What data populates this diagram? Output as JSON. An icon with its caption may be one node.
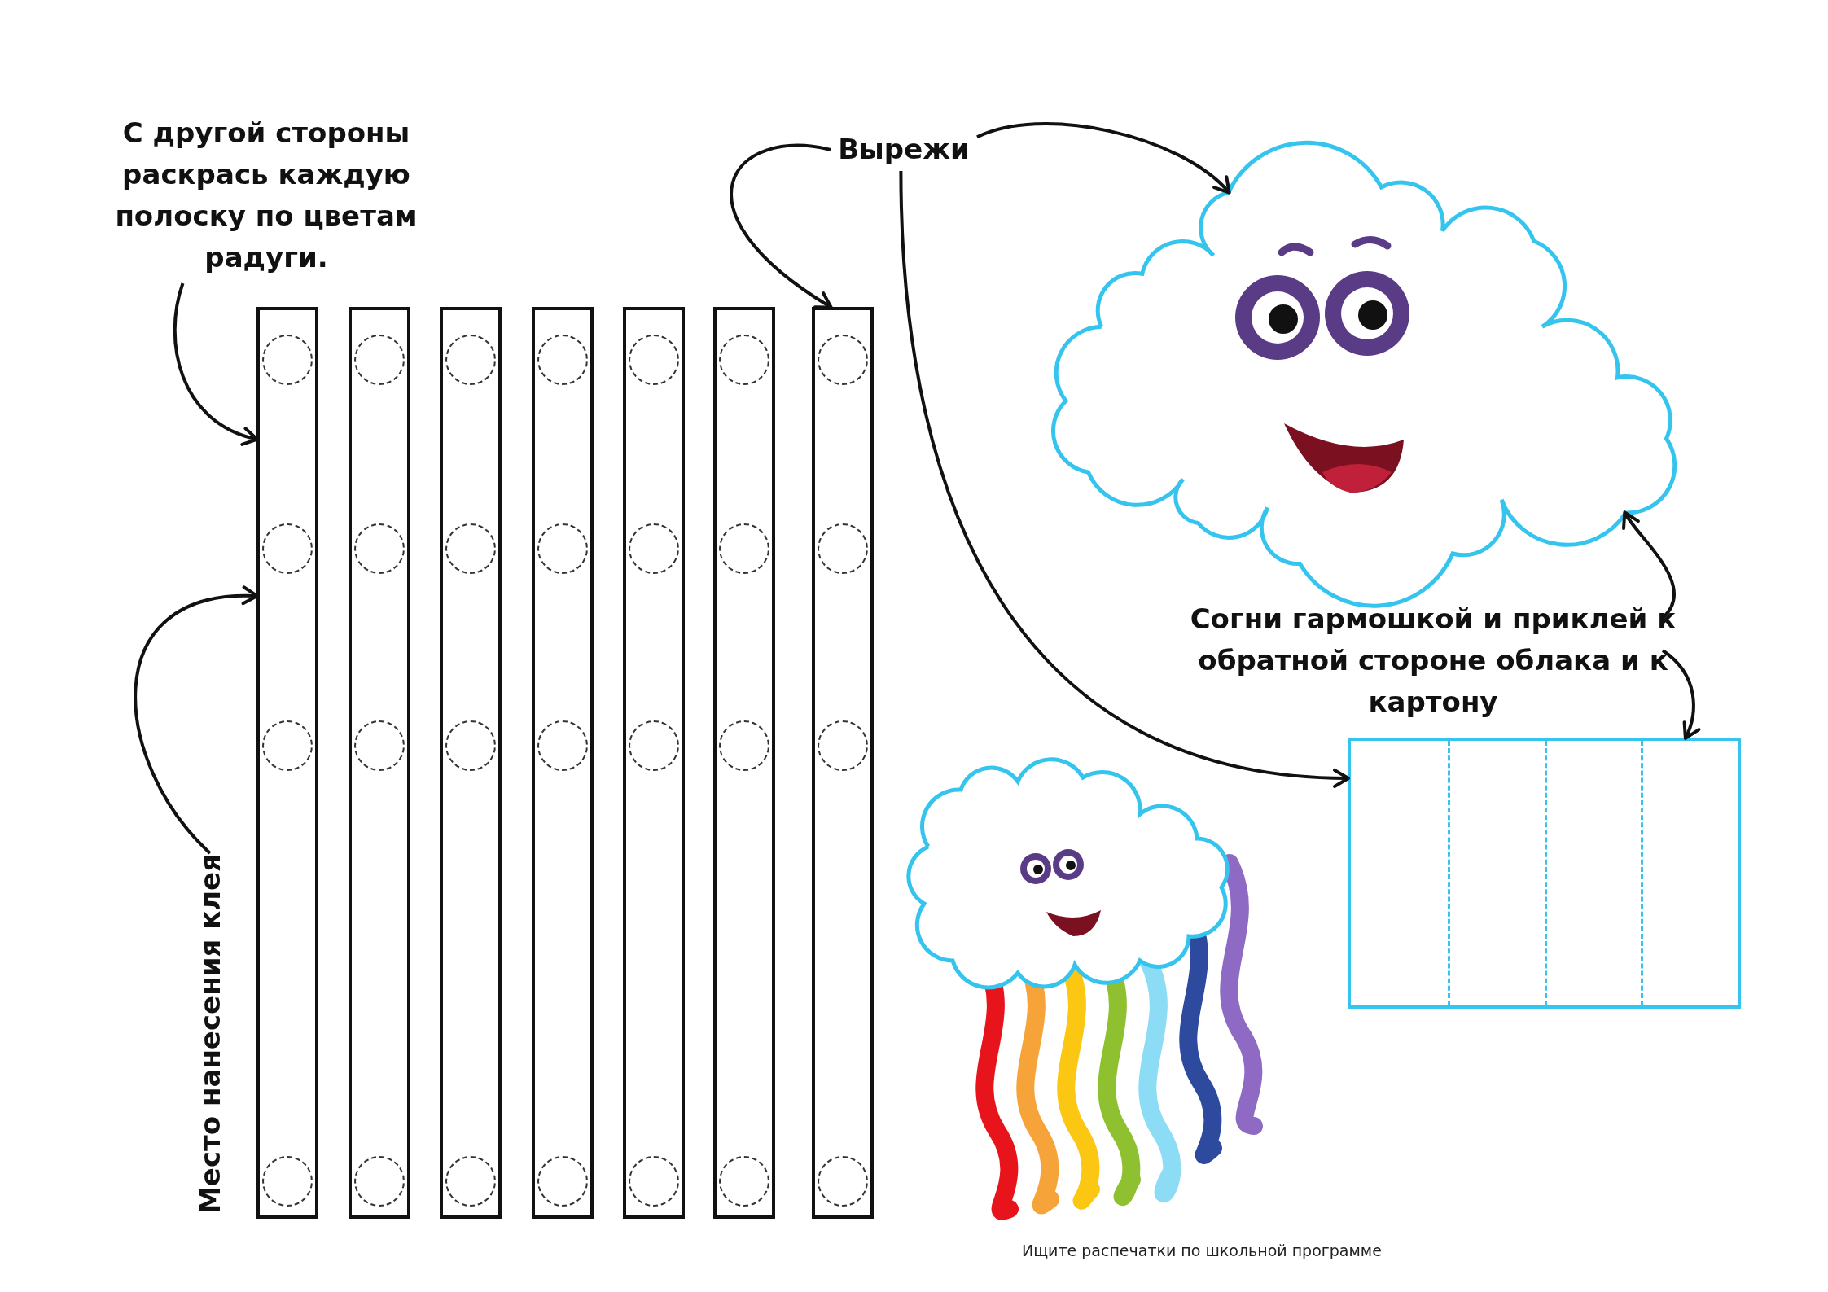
{
  "diagram": {
    "nodes": [
      {
        "text": [
          "С другой стороны раскрась каждую полоску по цветам радуги."
        ]
      },
      {
        "text": [
          "Вырежи"
        ]
      },
      {
        "text": [
          "Согни гармошкой и приклей к обратной стороне облака и к картону"
        ]
      },
      {
        "text": [
          "Место нанесения клея"
        ]
      },
      {
        "text": [],
        "shape": "bar"
      },
      {
        "text": [],
        "shape": "bar"
      },
      {
        "text": [],
        "shape": "bar"
      },
      {
        "text": [],
        "shape": "bar"
      },
      {
        "text": [],
        "shape": "bar"
      },
      {
        "text": [],
        "shape": "bar"
      },
      {
        "text": [],
        "shape": "bar"
      },
      {
        "text": [],
        "shape": "cloud"
      },
      {
        "text": [],
        "shape": "box"
      }
    ],
    "edges": [
      {
        "from": 0,
        "to": 4,
        "arrow": "to"
      },
      {
        "from": 1,
        "to": 10,
        "arrow": "to"
      },
      {
        "from": 1,
        "to": 11,
        "arrow": "to"
      },
      {
        "from": 1,
        "to": 12,
        "arrow": "to"
      },
      {
        "from": 3,
        "to": 4,
        "arrow": "to"
      },
      {
        "from": 2,
        "to": 11,
        "arrow": "to"
      },
      {
        "from": 2,
        "to": 12,
        "arrow": "to"
      }
    ],
    "labels": [
      "Ищите распечатки по школьной программе"
    ]
  }
}
